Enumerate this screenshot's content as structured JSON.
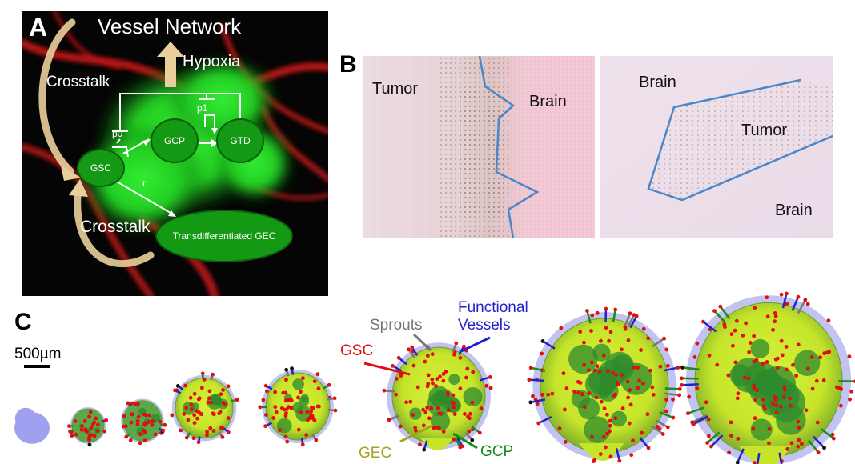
{
  "panel_letters": {
    "a": "A",
    "b": "B",
    "c": "C"
  },
  "panel_a": {
    "title": "Vessel Network",
    "hypoxia": "Hypoxia",
    "crosstalk_top": "Crosstalk",
    "crosstalk_bottom": "Crosstalk",
    "nodes": {
      "gsc": "GSC",
      "gcp": "GCP",
      "gtd": "GTD",
      "gec": "Transdifferentiated GEC"
    },
    "edge_labels": {
      "p0": "p0",
      "p1": "p1",
      "r": "r"
    }
  },
  "panel_b": {
    "left": {
      "tumor": "Tumor",
      "brain": "Brain"
    },
    "right": {
      "brain_top": "Brain",
      "tumor": "Tumor",
      "brain_bottom": "Brain"
    },
    "boundary_color": "#4a86c8"
  },
  "panel_c": {
    "scale_bar": "500µm",
    "labels": {
      "gsc": "GSC",
      "sprouts": "Sprouts",
      "functional_vessels": "Functional\nVessels",
      "gec": "GEC",
      "gcp": "GCP"
    },
    "colors": {
      "gsc": "#e01010",
      "sprouts": "#777777",
      "functional_vessels": "#2222cc",
      "gec": "#a8a020",
      "gcp": "#1a8a1a"
    }
  }
}
